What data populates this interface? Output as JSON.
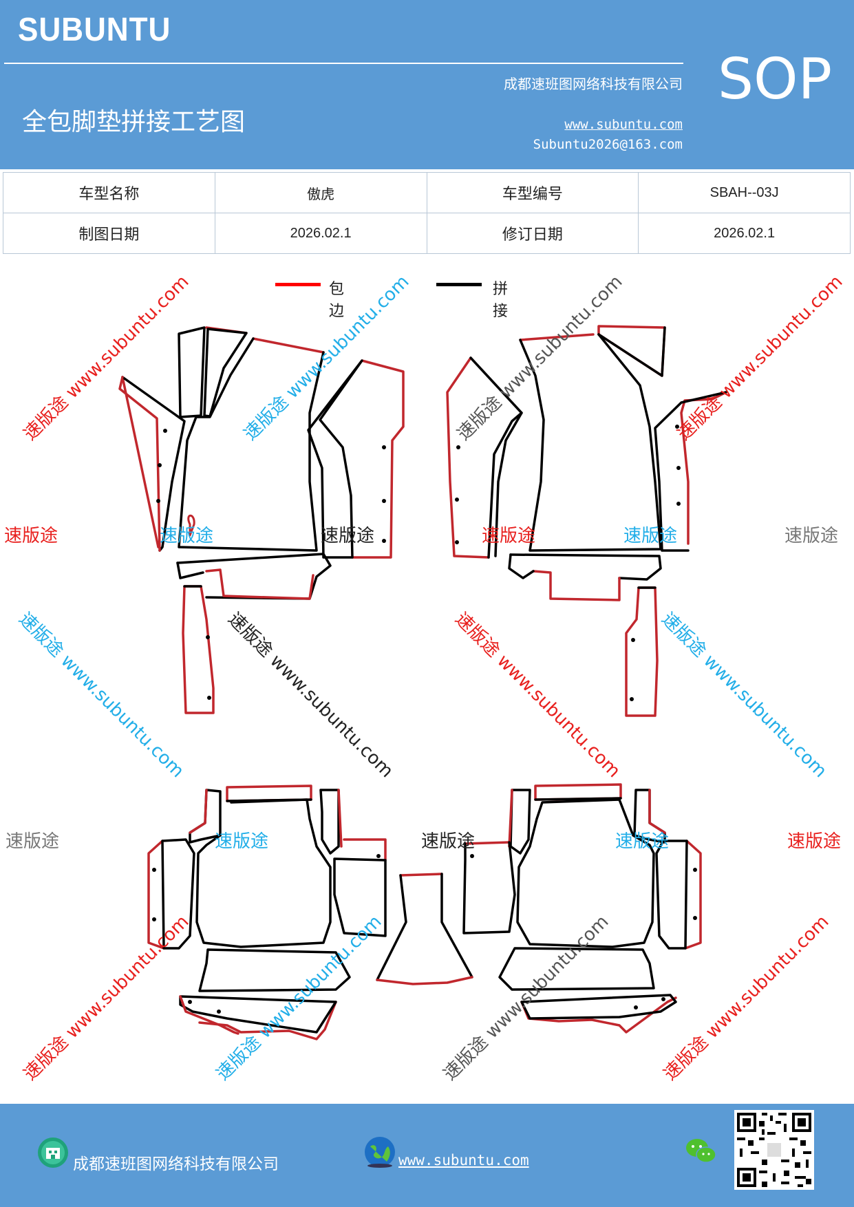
{
  "header": {
    "brand": "SUBUNTU",
    "company": "成都速班图网络科技有限公司",
    "doc_title": "全包脚垫拼接工艺图",
    "website": "www.subuntu.com",
    "email": "Subuntu2026@163.com",
    "doc_type": "SOP"
  },
  "info_table": {
    "rows": [
      [
        "车型名称",
        "傲虎",
        "车型编号",
        "SBAH--03J"
      ],
      [
        "制图日期",
        "2026.02.1",
        "修订日期",
        "2026.02.1"
      ]
    ]
  },
  "legend": {
    "items": [
      {
        "label": "包边",
        "color": "#ff0000"
      },
      {
        "label": "拼接",
        "color": "#000000"
      }
    ]
  },
  "watermarks": {
    "short": "速版途",
    "long": "速版途 www.subuntu.com",
    "colors": {
      "red": "#e8201e",
      "blue": "#22aee8",
      "gray": "#777777",
      "black": "#222222"
    }
  },
  "footer": {
    "company": "成都速班图网络科技有限公司",
    "website": "www.subuntu.com",
    "icons": [
      "company-icon",
      "globe-icon",
      "wechat-icon",
      "qr-code"
    ]
  }
}
